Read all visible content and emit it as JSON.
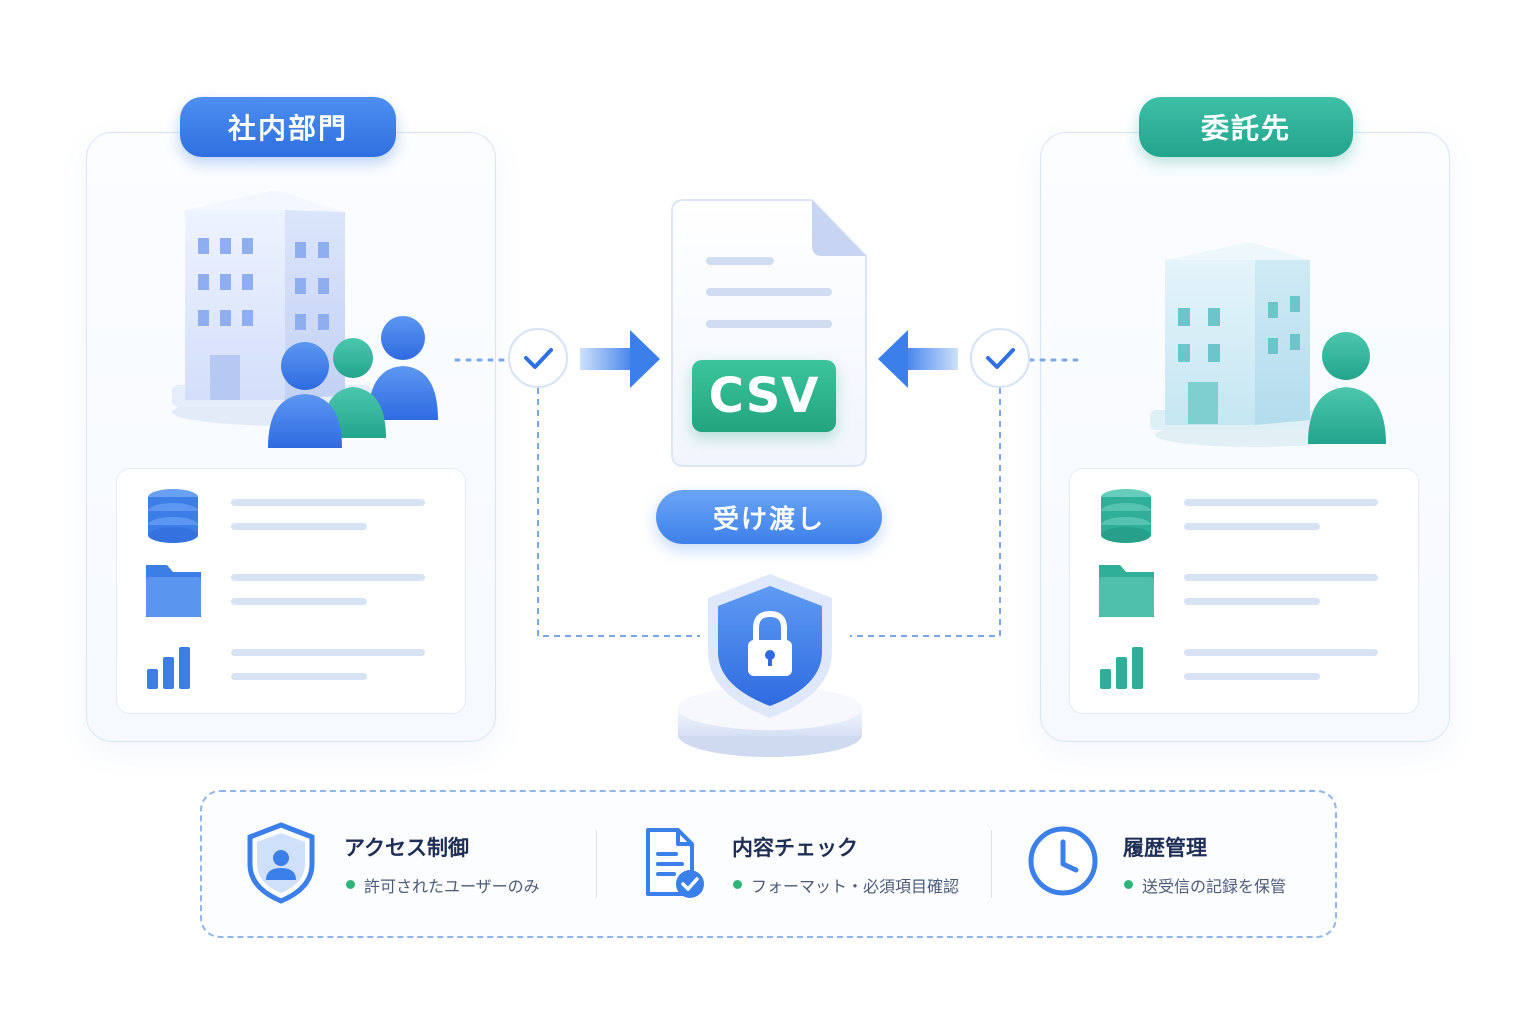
{
  "left_panel": {
    "label": "社内部門",
    "color": "#2f6fe0"
  },
  "right_panel": {
    "label": "委託先",
    "color": "#23a48d"
  },
  "center": {
    "file_label": "CSV",
    "handoff_label": "受け渡し"
  },
  "features": [
    {
      "title": "アクセス制御",
      "desc": "許可されたユーザーのみ",
      "icon": "user-shield-icon"
    },
    {
      "title": "内容チェック",
      "desc": "フォーマット・必須項目確認",
      "icon": "document-check-icon"
    },
    {
      "title": "履歴管理",
      "desc": "送受信の記録を保管",
      "icon": "clock-icon"
    }
  ]
}
